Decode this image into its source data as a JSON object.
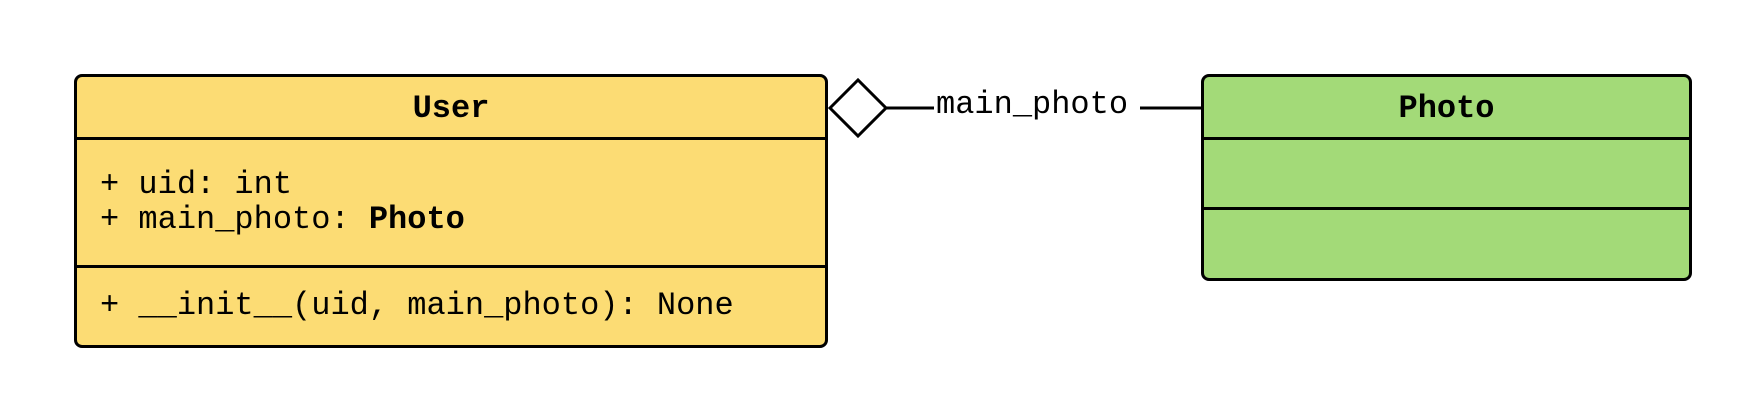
{
  "colors": {
    "user_fill": "#fcdc74",
    "photo_fill": "#a3da78",
    "stroke": "#000000"
  },
  "classes": {
    "user": {
      "name": "User",
      "attributes": [
        {
          "prefix": "+ uid: ",
          "type": "int"
        },
        {
          "prefix": "+ main_photo: ",
          "type": "Photo"
        }
      ],
      "methods": [
        "+ __init__(uid, main_photo): None"
      ]
    },
    "photo": {
      "name": "Photo",
      "attributes": [],
      "methods": []
    }
  },
  "association": {
    "label": "main_photo",
    "kind": "aggregation",
    "from": "User",
    "to": "Photo"
  }
}
